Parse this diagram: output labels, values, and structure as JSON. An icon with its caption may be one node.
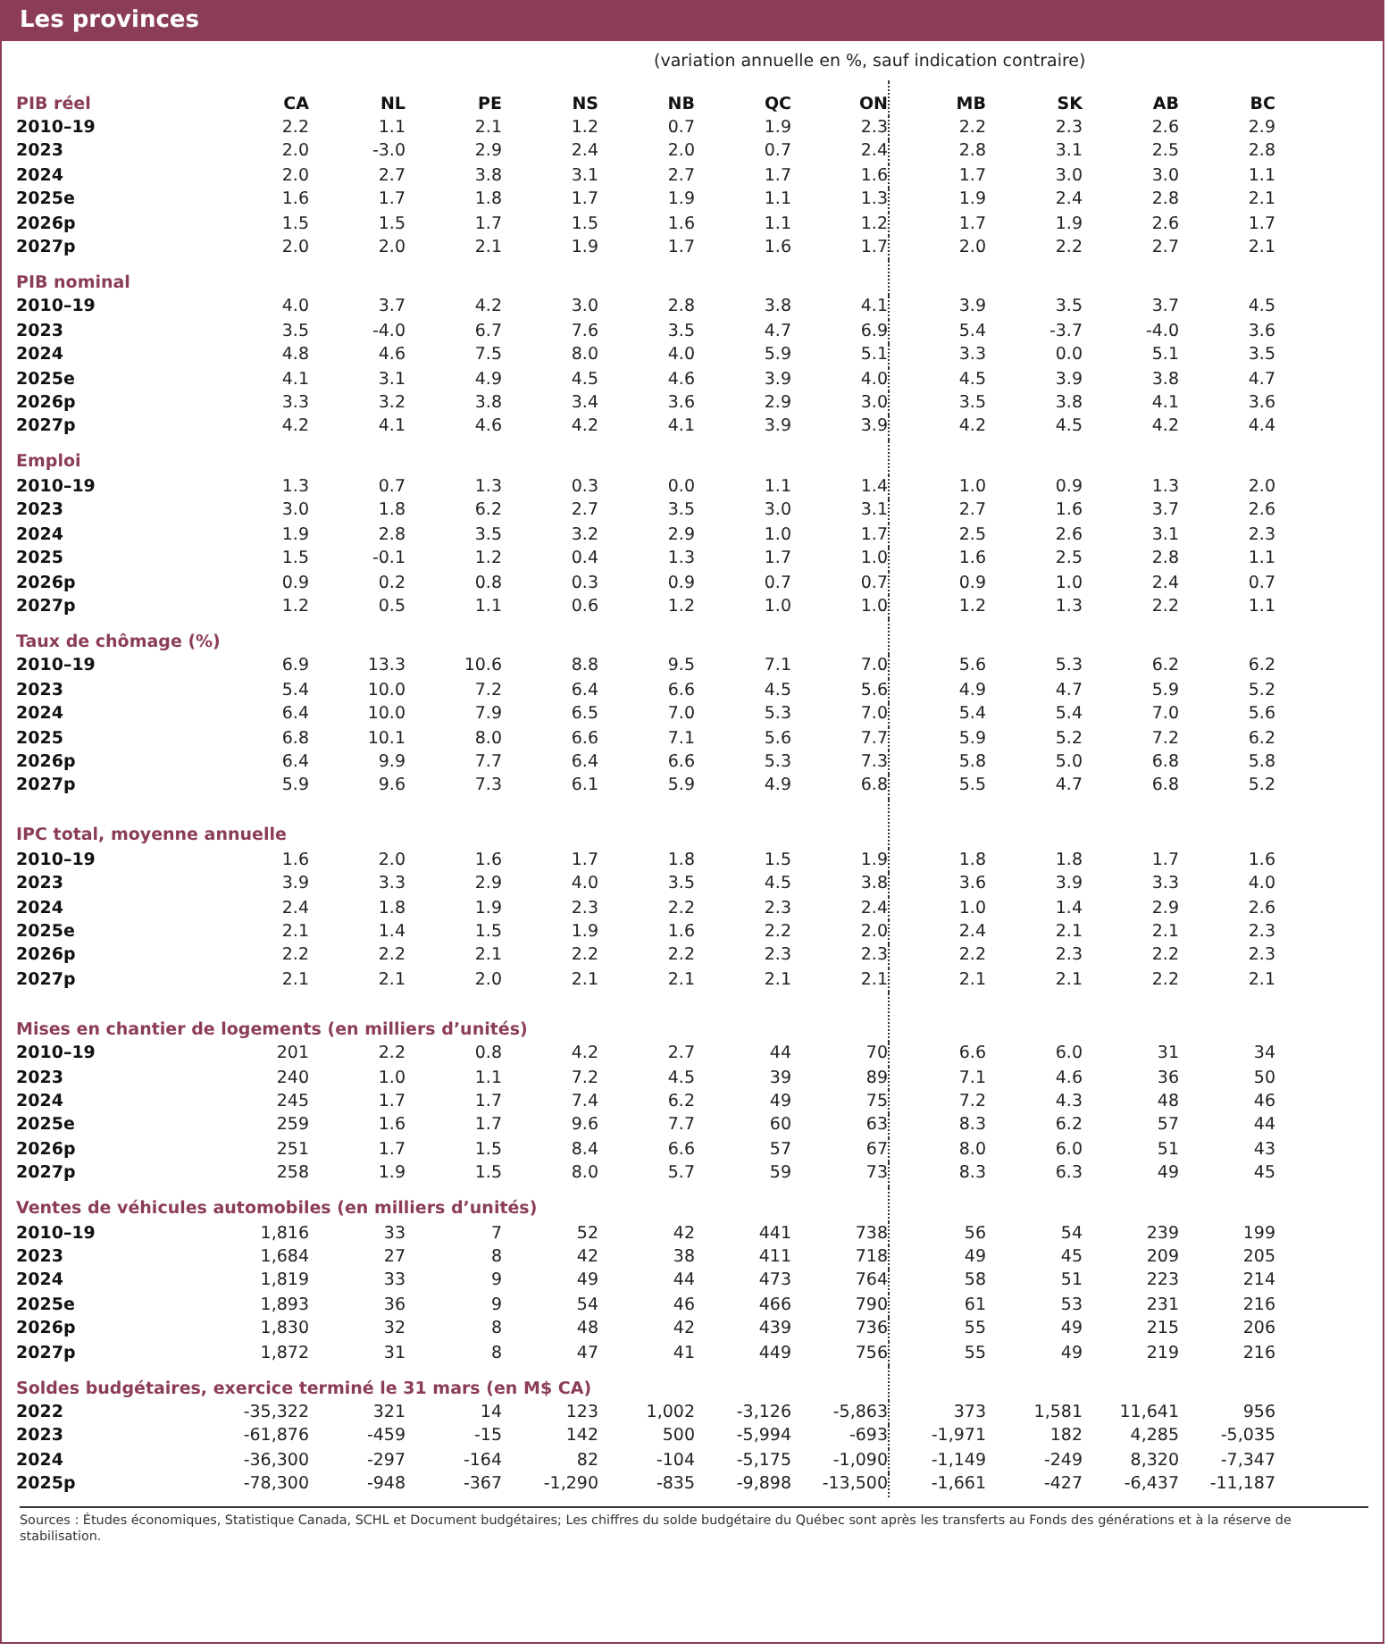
{
  "diagram": {
    "title": "Les provinces",
    "labels": [
      "(variation annuelle en %, sauf indication contraire)",
      "PIB réel",
      "CA",
      "NL",
      "PE",
      "NS",
      "NB",
      "QC",
      "ON",
      "MB",
      "SK",
      "AB",
      "BC",
      "2010–19",
      "2.2",
      "1.1",
      "2.1",
      "1.2",
      "0.7",
      "1.9",
      "2.3",
      "2.2",
      "2.3",
      "2.6",
      "2.9",
      "2023",
      "2.0",
      "-3.0",
      "2.9",
      "2.4",
      "2.0",
      "0.7",
      "2.4",
      "2.8",
      "3.1",
      "2.5",
      "2.8",
      "2024",
      "2.0",
      "2.7",
      "3.8",
      "3.1",
      "2.7",
      "1.7",
      "1.6",
      "1.7",
      "3.0",
      "3.0",
      "1.1",
      "2025e",
      "1.6",
      "1.7",
      "1.8",
      "1.7",
      "1.9",
      "1.1",
      "1.3",
      "1.9",
      "2.4",
      "2.8",
      "2.1",
      "2026p",
      "1.5",
      "1.5",
      "1.7",
      "1.5",
      "1.6",
      "1.1",
      "1.2",
      "1.7",
      "1.9",
      "2.6",
      "1.7",
      "2027p",
      "2.0",
      "2.0",
      "2.1",
      "1.9",
      "1.7",
      "1.6",
      "1.7",
      "2.0",
      "2.2",
      "2.7",
      "2.1",
      "PIB nominal",
      "2010–19",
      "4.0",
      "3.7",
      "4.2",
      "3.0",
      "2.8",
      "3.8",
      "4.1",
      "3.9",
      "3.5",
      "3.7",
      "4.5",
      "2023",
      "3.5",
      "-4.0",
      "6.7",
      "7.6",
      "3.5",
      "4.7",
      "6.9",
      "5.4",
      "-3.7",
      "-4.0",
      "3.6",
      "2024",
      "4.8",
      "4.6",
      "7.5",
      "8.0",
      "4.0",
      "5.9",
      "5.1",
      "3.3",
      "0.0",
      "5.1",
      "3.5",
      "2025e",
      "4.1",
      "3.1",
      "4.9",
      "4.5",
      "4.6",
      "3.9",
      "4.0",
      "4.5",
      "3.9",
      "3.8",
      "4.7",
      "2026p",
      "3.3",
      "3.2",
      "3.8",
      "3.4",
      "3.6",
      "2.9",
      "3.0",
      "3.5",
      "3.8",
      "4.1",
      "3.6",
      "2027p",
      "4.2",
      "4.1",
      "4.6",
      "4.2",
      "4.1",
      "3.9",
      "3.9",
      "4.2",
      "4.5",
      "4.2",
      "4.4",
      "Emploi",
      "2010–19",
      "1.3",
      "0.7",
      "1.3",
      "0.3",
      "0.0",
      "1.1",
      "1.4",
      "1.0",
      "0.9",
      "1.3",
      "2.0",
      "2023",
      "3.0",
      "1.8",
      "6.2",
      "2.7",
      "3.5",
      "3.0",
      "3.1",
      "2.7",
      "1.6",
      "3.7",
      "2.6",
      "2024",
      "1.9",
      "2.8",
      "3.5",
      "3.2",
      "2.9",
      "1.0",
      "1.7",
      "2.5",
      "2.6",
      "3.1",
      "2.3",
      "2025",
      "1.5",
      "-0.1",
      "1.2",
      "0.4",
      "1.3",
      "1.7",
      "1.0",
      "1.6",
      "2.5",
      "2.8",
      "1.1",
      "2026p",
      "0.9",
      "0.2",
      "0.8",
      "0.3",
      "0.9",
      "0.7",
      "0.7",
      "0.9",
      "1.0",
      "2.4",
      "0.7",
      "2027p",
      "1.2",
      "0.5",
      "1.1",
      "0.6",
      "1.2",
      "1.0",
      "1.0",
      "1.2",
      "1.3",
      "2.2",
      "1.1",
      "Taux de chômage (%)",
      "2010–19",
      "6.9",
      "13.3",
      "10.6",
      "8.8",
      "9.5",
      "7.1",
      "7.0",
      "5.6",
      "5.3",
      "6.2",
      "6.2",
      "2023",
      "5.4",
      "10.0",
      "7.2",
      "6.4",
      "6.6",
      "4.5",
      "5.6",
      "4.9",
      "4.7",
      "5.9",
      "5.2",
      "2024",
      "6.4",
      "10.0",
      "7.9",
      "6.5",
      "7.0",
      "5.3",
      "7.0",
      "5.4",
      "5.4",
      "7.0",
      "5.6",
      "2025",
      "6.8",
      "10.1",
      "8.0",
      "6.6",
      "7.1",
      "5.6",
      "7.7",
      "5.9",
      "5.2",
      "7.2",
      "6.2",
      "2026p",
      "6.4",
      "9.9",
      "7.7",
      "6.4",
      "6.6",
      "5.3",
      "7.3",
      "5.8",
      "5.0",
      "6.8",
      "5.8",
      "2027p",
      "5.9",
      "9.6",
      "7.3",
      "6.1",
      "5.9",
      "4.9",
      "6.8",
      "5.5",
      "4.7",
      "6.8",
      "5.2",
      "IPC total, moyenne annuelle",
      "2010–19",
      "1.6",
      "2.0",
      "1.6",
      "1.7",
      "1.8",
      "1.5",
      "1.9",
      "1.8",
      "1.8",
      "1.7",
      "1.6",
      "2023",
      "3.9",
      "3.3",
      "2.9",
      "4.0",
      "3.5",
      "4.5",
      "3.8",
      "3.6",
      "3.9",
      "3.3",
      "4.0",
      "2024",
      "2.4",
      "1.8",
      "1.9",
      "2.3",
      "2.2",
      "2.3",
      "2.4",
      "1.0",
      "1.4",
      "2.9",
      "2.6",
      "2025e",
      "2.1",
      "1.4",
      "1.5",
      "1.9",
      "1.6",
      "2.2",
      "2.0",
      "2.4",
      "2.1",
      "2.1",
      "2.3",
      "2026p",
      "2.2",
      "2.2",
      "2.1",
      "2.2",
      "2.2",
      "2.3",
      "2.3",
      "2.2",
      "2.3",
      "2.2",
      "2.3",
      "2027p",
      "2.1",
      "2.1",
      "2.0",
      "2.1",
      "2.1",
      "2.1",
      "2.1",
      "2.1",
      "2.1",
      "2.2",
      "2.1",
      "Mises en chantier de logements (en milliers d’unités)",
      "2010–19",
      "201",
      "2.2",
      "0.8",
      "4.2",
      "2.7",
      "44",
      "70",
      "6.6",
      "6.0",
      "31",
      "34",
      "2023",
      "240",
      "1.0",
      "1.1",
      "7.2",
      "4.5",
      "39",
      "89",
      "7.1",
      "4.6",
      "36",
      "50",
      "2024",
      "245",
      "1.7",
      "1.7",
      "7.4",
      "6.2",
      "49",
      "75",
      "7.2",
      "4.3",
      "48",
      "46",
      "2025e",
      "259",
      "1.6",
      "1.7",
      "9.6",
      "7.7",
      "60",
      "63",
      "8.3",
      "6.2",
      "57",
      "44",
      "2026p",
      "251",
      "1.7",
      "1.5",
      "8.4",
      "6.6",
      "57",
      "67",
      "8.0",
      "6.0",
      "51",
      "43",
      "2027p",
      "258",
      "1.9",
      "1.5",
      "8.0",
      "5.7",
      "59",
      "73",
      "8.3",
      "6.3",
      "49",
      "45",
      "Ventes de véhicules automobiles (en milliers d’unités)",
      "2010–19",
      "1,816",
      "33",
      "7",
      "52",
      "42",
      "441",
      "738",
      "56",
      "54",
      "239",
      "199",
      "2023",
      "1,684",
      "27",
      "8",
      "42",
      "38",
      "411",
      "718",
      "49",
      "45",
      "209",
      "205",
      "2024",
      "1,819",
      "33",
      "9",
      "49",
      "44",
      "473",
      "764",
      "58",
      "51",
      "223",
      "214",
      "2025e",
      "1,893",
      "36",
      "9",
      "54",
      "46",
      "466",
      "790",
      "61",
      "53",
      "231",
      "216",
      "2026p",
      "1,830",
      "32",
      "8",
      "48",
      "42",
      "439",
      "736",
      "55",
      "49",
      "215",
      "206",
      "2027p",
      "1,872",
      "31",
      "8",
      "47",
      "41",
      "449",
      "756",
      "55",
      "49",
      "219",
      "216",
      "Soldes budgétaires, exercice terminé le 31 mars (en M$ CA)",
      "2022",
      "-35,322",
      "321",
      "14",
      "123",
      "1,002",
      "-3,126",
      "-5,863",
      "373",
      "1,581",
      "11,641",
      "956",
      "2023",
      "-61,876",
      "-459",
      "-15",
      "142",
      "500",
      "-5,994",
      "-693",
      "-1,971",
      "182",
      "4,285",
      "-5,035",
      "2024",
      "-36,300",
      "-297",
      "-164",
      "82",
      "-104",
      "-5,175",
      "-1,090",
      "-1,149",
      "-249",
      "8,320",
      "-7,347",
      "2025p",
      "-78,300",
      "-948",
      "-367",
      "-1,290",
      "-835",
      "-9,898",
      "-13,500",
      "-1,661",
      "-427",
      "-6,437",
      "-11,187",
      "Sources : Études économiques, Statistique Canada, SCHL et Document budgétaires; Les chiffres du solde budgétaire du Québec sont après les transferts au Fonds des générations et à la réserve de stabilisation."
    ]
  }
}
